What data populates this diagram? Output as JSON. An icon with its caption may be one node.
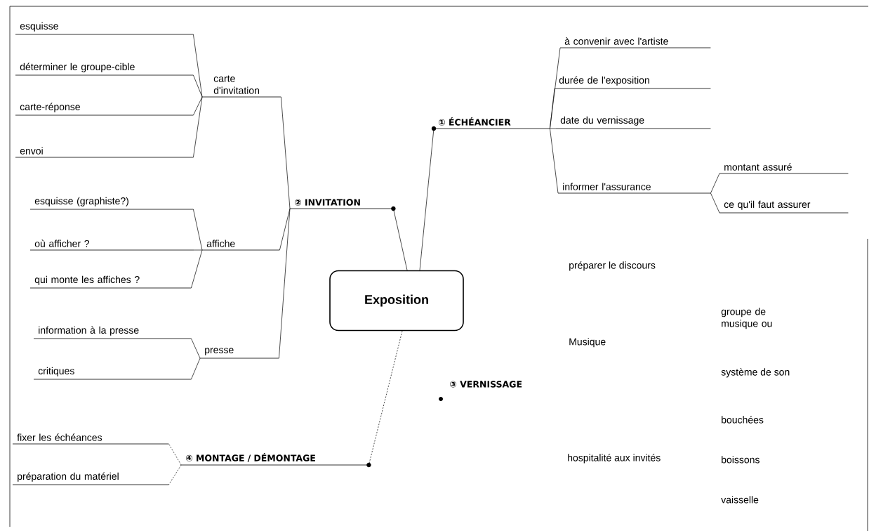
{
  "diagram": {
    "nodes": [
      {
        "text": [
          "Exposition"
        ]
      },
      {
        "text": [
          "① ÉCHÉANCIER"
        ]
      },
      {
        "text": [
          "à convenir avec l'artiste"
        ]
      },
      {
        "text": [
          "durée de l'exposition"
        ]
      },
      {
        "text": [
          "date du vernissage"
        ]
      },
      {
        "text": [
          "informer l'assurance"
        ]
      },
      {
        "text": [
          "montant assuré"
        ]
      },
      {
        "text": [
          "ce qu'il faut assurer"
        ]
      },
      {
        "text": [
          "② INVITATION"
        ]
      },
      {
        "text": [
          "carte d'invitation"
        ]
      },
      {
        "text": [
          "esquisse"
        ]
      },
      {
        "text": [
          "déterminer le groupe-cible"
        ]
      },
      {
        "text": [
          "carte-réponse"
        ]
      },
      {
        "text": [
          "envoi"
        ]
      },
      {
        "text": [
          "affiche"
        ]
      },
      {
        "text": [
          "esquisse (graphiste?)"
        ]
      },
      {
        "text": [
          "où afficher ?"
        ]
      },
      {
        "text": [
          "qui monte les affiches ?"
        ]
      },
      {
        "text": [
          "presse"
        ]
      },
      {
        "text": [
          "information à la presse"
        ]
      },
      {
        "text": [
          "critiques"
        ]
      },
      {
        "text": [
          "④ MONTAGE / DÉMONTAGE"
        ]
      },
      {
        "text": [
          "fixer les échéances"
        ]
      },
      {
        "text": [
          "préparation du matériel"
        ]
      }
    ],
    "edges": [
      {
        "from": 0,
        "to": 1,
        "arrow": "none"
      },
      {
        "from": 1,
        "to": 2,
        "arrow": "none"
      },
      {
        "from": 1,
        "to": 3,
        "arrow": "none"
      },
      {
        "from": 1,
        "to": 4,
        "arrow": "none"
      },
      {
        "from": 1,
        "to": 5,
        "arrow": "none"
      },
      {
        "from": 5,
        "to": 6,
        "arrow": "none"
      },
      {
        "from": 5,
        "to": 7,
        "arrow": "none"
      },
      {
        "from": 0,
        "to": 8,
        "arrow": "none"
      },
      {
        "from": 8,
        "to": 9,
        "arrow": "none"
      },
      {
        "from": 9,
        "to": 10,
        "arrow": "none"
      },
      {
        "from": 9,
        "to": 11,
        "arrow": "none"
      },
      {
        "from": 9,
        "to": 12,
        "arrow": "none"
      },
      {
        "from": 9,
        "to": 13,
        "arrow": "none"
      },
      {
        "from": 8,
        "to": 14,
        "arrow": "none"
      },
      {
        "from": 14,
        "to": 15,
        "arrow": "none"
      },
      {
        "from": 14,
        "to": 16,
        "arrow": "none"
      },
      {
        "from": 14,
        "to": 17,
        "arrow": "none"
      },
      {
        "from": 8,
        "to": 18,
        "arrow": "none"
      },
      {
        "from": 18,
        "to": 19,
        "arrow": "none"
      },
      {
        "from": 18,
        "to": 20,
        "arrow": "none"
      },
      {
        "from": 0,
        "to": 21,
        "arrow": "none",
        "style": "dashed"
      },
      {
        "from": 21,
        "to": 22,
        "arrow": "none",
        "style": "dashed"
      },
      {
        "from": 21,
        "to": 23,
        "arrow": "none",
        "style": "dashed"
      }
    ],
    "labels": [
      "③ VERNISSAGE",
      "préparer le discours",
      "Musique",
      "groupe de musique ou",
      "système de son",
      "hospitalité aux invités",
      "bouchées",
      "boissons",
      "vaisselle"
    ]
  }
}
